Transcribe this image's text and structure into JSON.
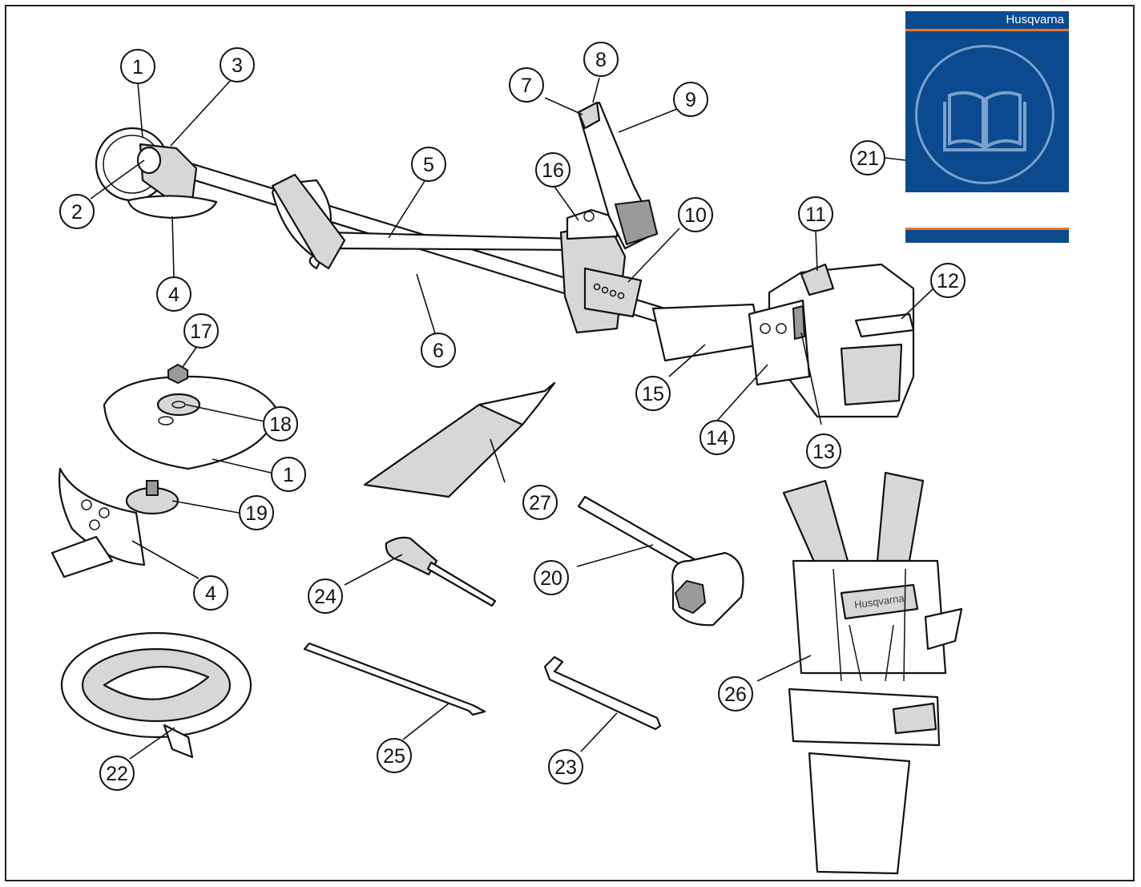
{
  "manual": {
    "brand": "Husqvarna"
  },
  "harness_brand": "Husqvarna",
  "callouts": {
    "c1a": "1",
    "c1b": "1",
    "c2": "2",
    "c3": "3",
    "c4a": "4",
    "c4b": "4",
    "c5": "5",
    "c6": "6",
    "c7": "7",
    "c8": "8",
    "c9": "9",
    "c10": "10",
    "c11": "11",
    "c12": "12",
    "c13": "13",
    "c14": "14",
    "c15": "15",
    "c16": "16",
    "c17": "17",
    "c18": "18",
    "c19": "19",
    "c20": "20",
    "c21": "21",
    "c22": "22",
    "c23": "23",
    "c24": "24",
    "c25": "25",
    "c26": "26",
    "c27": "27"
  },
  "colors": {
    "manual_blue": "#0b4a8f",
    "manual_orange": "#e8772e",
    "line": "#111111"
  }
}
